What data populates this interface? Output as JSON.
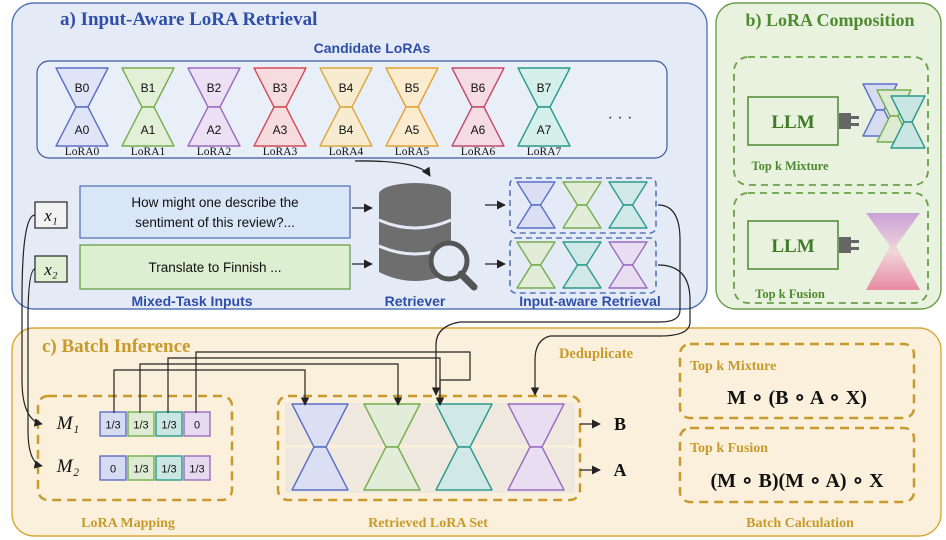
{
  "panels": {
    "a_title": "a) Input-Aware LoRA Retrieval",
    "b_title": "b) LoRA Composition",
    "c_title": "c) Batch Inference"
  },
  "candidates": {
    "heading": "Candidate LoRAs",
    "ellipsis": "· · ·",
    "items": [
      {
        "top": "B0",
        "bottom": "A0",
        "name": "LoRA0",
        "color": "#5b6fc7",
        "fill": "#dfe4f7"
      },
      {
        "top": "B1",
        "bottom": "A1",
        "name": "LoRA1",
        "color": "#76ad4f",
        "fill": "#e3f0d8"
      },
      {
        "top": "B2",
        "bottom": "A2",
        "name": "LoRA2",
        "color": "#9b6bbf",
        "fill": "#ece0f5"
      },
      {
        "top": "B3",
        "bottom": "A3",
        "name": "LoRA3",
        "color": "#d24d57",
        "fill": "#f7dcdf"
      },
      {
        "top": "B4",
        "bottom": "B4",
        "name": "LoRA4",
        "color": "#d9a93a",
        "fill": "#f8ecd0"
      },
      {
        "top": "B5",
        "bottom": "A5",
        "name": "LoRA5",
        "color": "#e3a234",
        "fill": "#fbeccf"
      },
      {
        "top": "B6",
        "bottom": "A6",
        "name": "LoRA6",
        "color": "#c24c6a",
        "fill": "#f5dbe3"
      },
      {
        "top": "B7",
        "bottom": "A7",
        "name": "LoRA7",
        "color": "#2b9a8c",
        "fill": "#d5efeb"
      }
    ]
  },
  "inputs": {
    "x1_label": "x₁",
    "x2_label": "x₂",
    "x1_text_line1": "How might one describe the",
    "x1_text_line2": "sentiment of this review?...",
    "x2_text": "Translate to Finnish ...",
    "caption": "Mixed-Task Inputs"
  },
  "retriever": {
    "caption": "Retriever"
  },
  "retrieval": {
    "caption": "Input-aware Retrieval",
    "row1_colors": [
      "#5b6fc7",
      "#76ad4f",
      "#2b9a8c"
    ],
    "row2_colors": [
      "#76ad4f",
      "#2b9a8c",
      "#9b6bbf"
    ]
  },
  "composition": {
    "llm_label": "LLM",
    "mixture_caption": "Top k Mixture",
    "fusion_caption": "Top k Fusion"
  },
  "batch": {
    "dedup_label": "Deduplicate",
    "mapping_caption": "LoRA Mapping",
    "set_caption": "Retrieved LoRA Set",
    "calc_caption": "Batch Calculation",
    "m1_label": "M₁",
    "m2_label": "M₂",
    "m1_values": [
      "1/3",
      "1/3",
      "1/3",
      "0"
    ],
    "m2_values": [
      "0",
      "1/3",
      "1/3",
      "1/3"
    ],
    "cell_colors": [
      "#5b6fc7",
      "#76ad4f",
      "#2b9a8c",
      "#9b6bbf"
    ],
    "set_colors": [
      "#5b6fc7",
      "#76ad4f",
      "#2b9a8c",
      "#9b6bbf"
    ],
    "b_label": "B",
    "a_label": "A",
    "mixture_title": "Top k Mixture",
    "mixture_formula": "M ∘ (B ∘ A ∘ X)",
    "fusion_title": "Top k Fusion",
    "fusion_formula": "(M ∘ B)(M ∘ A) ∘ X"
  },
  "palette": {
    "panel_a_stroke": "#5677b8",
    "panel_a_fill": "#e4ebf7",
    "panel_b_stroke": "#6aa04a",
    "panel_b_fill": "#e8f2de",
    "panel_c_stroke": "#d9a93a",
    "panel_c_fill": "#fbf0dc",
    "title_blue": "#2f4ea8",
    "title_green": "#4e8a30",
    "title_orange": "#c79a2c"
  }
}
